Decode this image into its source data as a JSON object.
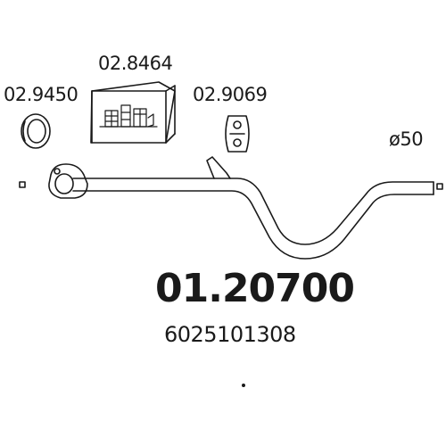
{
  "parts": {
    "gasket": {
      "ref": "02.9450"
    },
    "mounting_kit": {
      "ref": "02.8464"
    },
    "rubber_hanger": {
      "ref": "02.9069"
    },
    "pipe": {
      "diameter": "ø50"
    }
  },
  "article": {
    "number": "01.20700",
    "oe_number": "6025101308"
  },
  "colors": {
    "line": "#1a1a1a",
    "background": "#ffffff"
  }
}
